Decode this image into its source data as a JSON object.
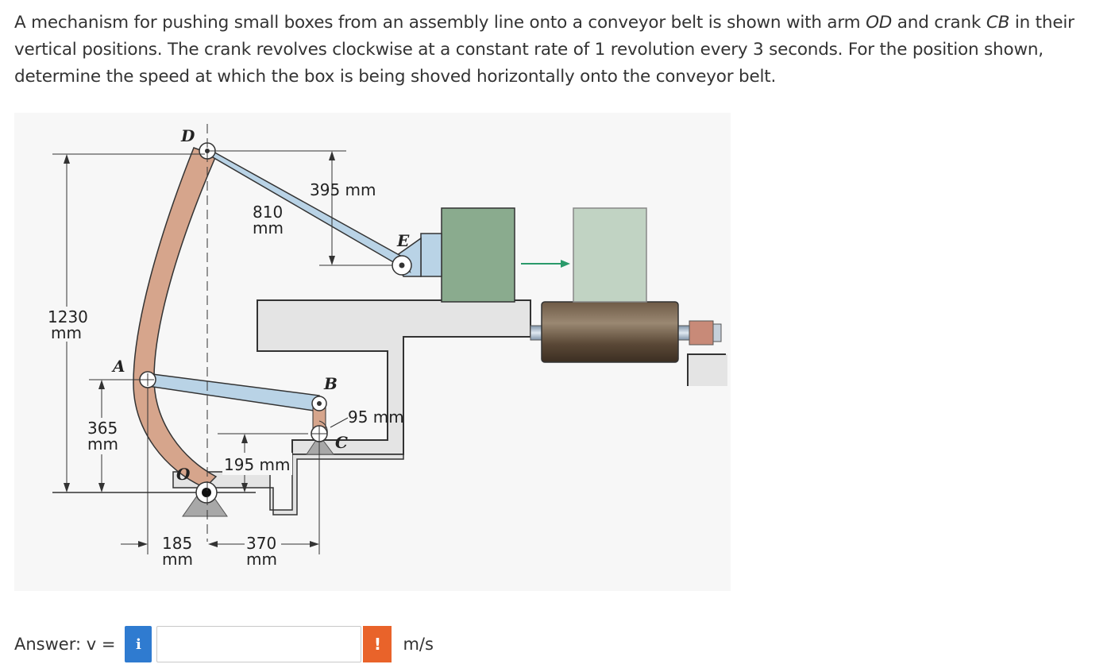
{
  "problem": {
    "text_1": "A mechanism for pushing small boxes from an assembly line onto a conveyor belt is shown with arm ",
    "arm": "OD",
    "text_2": " and crank ",
    "crank": "CB",
    "text_3": " in their vertical positions. The crank revolves clockwise at a constant rate of 1 revolution every 3 seconds. For the position shown, determine the speed at which the box is being shoved horizontally onto the conveyor belt."
  },
  "figure": {
    "points": {
      "D": "D",
      "E": "E",
      "A": "A",
      "B": "B",
      "C": "C",
      "O": "O"
    },
    "dimensions": {
      "d395": "395 mm",
      "d810_a": "810",
      "d810_b": "mm",
      "d1230_a": "1230",
      "d1230_b": "mm",
      "d365_a": "365",
      "d365_b": "mm",
      "d95": "95 mm",
      "d195": "195 mm",
      "d185_a": "185",
      "d185_b": "mm",
      "d370_a": "370",
      "d370_b": "mm"
    },
    "colors": {
      "arm": "#d6a58c",
      "link": "#b9d3e6",
      "box": "#8aab8e",
      "box_light": "#c1d3c3",
      "platform": "#e8e8e8",
      "arrow": "#2a9a6a"
    }
  },
  "answer": {
    "label": "Answer: v =",
    "info_icon": "i",
    "input_value": "",
    "warn_icon": "!",
    "unit": "m/s"
  }
}
